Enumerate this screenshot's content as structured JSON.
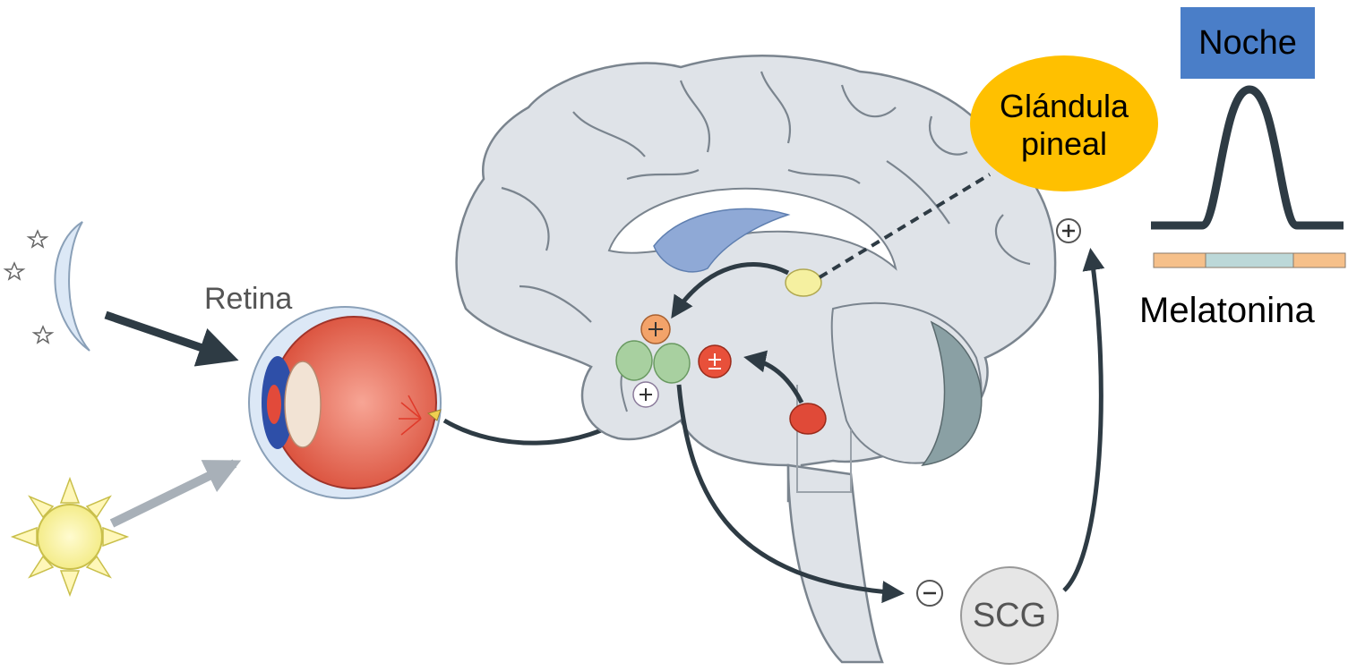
{
  "labels": {
    "night": "Noche",
    "pineal_line1": "Glándula",
    "pineal_line2": "pineal",
    "melatonin": "Melatonina",
    "retina": "Retina",
    "scg": "SCG"
  },
  "colors": {
    "night_box": "#4a7ec8",
    "pineal_label": "#ffc000",
    "brain_fill": "#dfe3e8",
    "ventricle": "#8fa9d6",
    "arrow": "#2e3b44"
  }
}
